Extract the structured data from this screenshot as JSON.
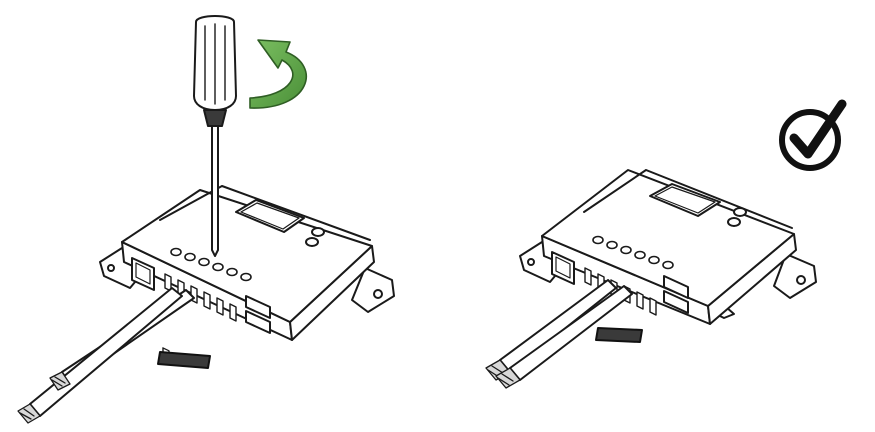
{
  "diagram": {
    "steps": [
      {
        "id": "tighten-terminal",
        "action": "rotate-screwdriver-clockwise",
        "tool": "screwdriver-icon",
        "motion_indicator": "curved-rotation-arrow-icon"
      },
      {
        "id": "wires-secured",
        "status": "checkmark-circle-icon"
      }
    ],
    "colors": {
      "arrow": "#5fa64a",
      "outline": "#1a1a1a",
      "fill": "#ffffff",
      "spacer": "#3a3a3a"
    }
  }
}
